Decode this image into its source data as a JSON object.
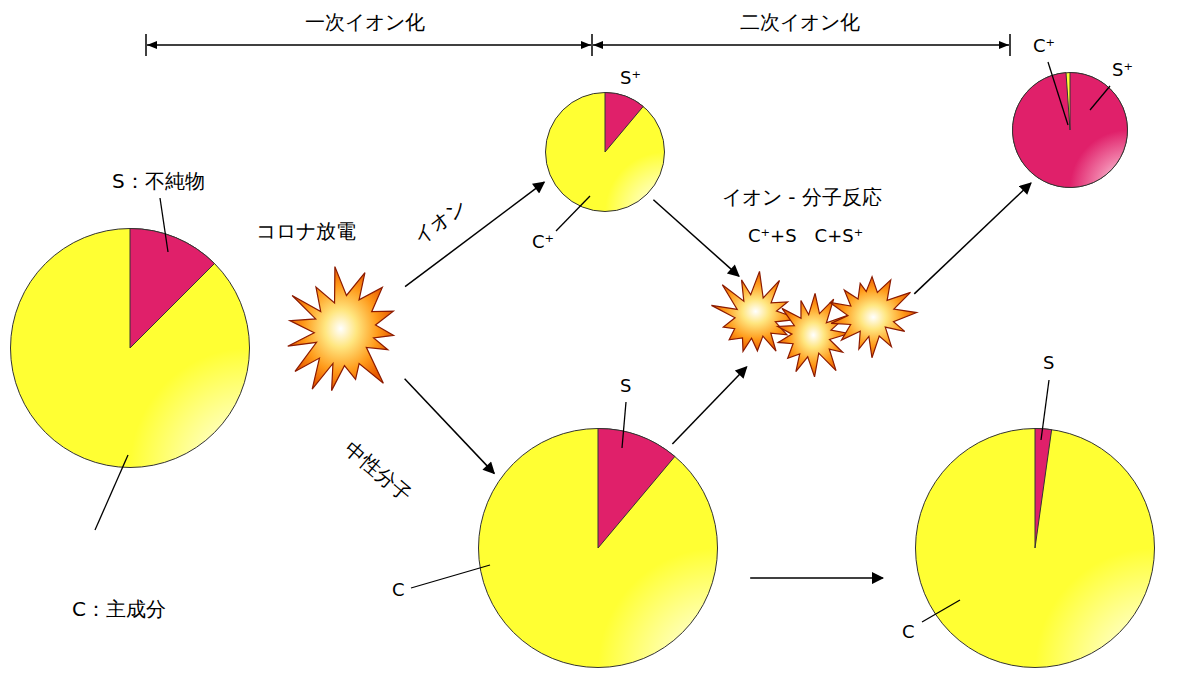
{
  "diagram": {
    "nodes": [
      {
        "text": [
          "S：不純物",
          "C：主成分"
        ]
      },
      {
        "text": [
          "コロナ放電"
        ]
      },
      {
        "text": [
          "S⁺",
          "C⁺"
        ]
      },
      {
        "text": [
          "S",
          "C"
        ]
      },
      {
        "text": [
          "イオン - 分子反応",
          "C⁺+S　C+S⁺"
        ]
      },
      {
        "text": [
          "C⁺",
          "S⁺"
        ]
      },
      {
        "text": [
          "S",
          "C"
        ]
      }
    ],
    "edges": [
      {
        "from": 1,
        "to": 2,
        "arrow": "to",
        "label": "イオン"
      },
      {
        "from": 1,
        "to": 3,
        "arrow": "to",
        "label": "中性分子"
      },
      {
        "from": 2,
        "to": 4,
        "arrow": "to"
      },
      {
        "from": 3,
        "to": 4,
        "arrow": "to"
      },
      {
        "from": 4,
        "to": 5,
        "arrow": "to"
      },
      {
        "from": 3,
        "to": 6,
        "arrow": "to"
      }
    ],
    "labels": [
      "一次イオン化",
      "二次イオン化"
    ]
  }
}
